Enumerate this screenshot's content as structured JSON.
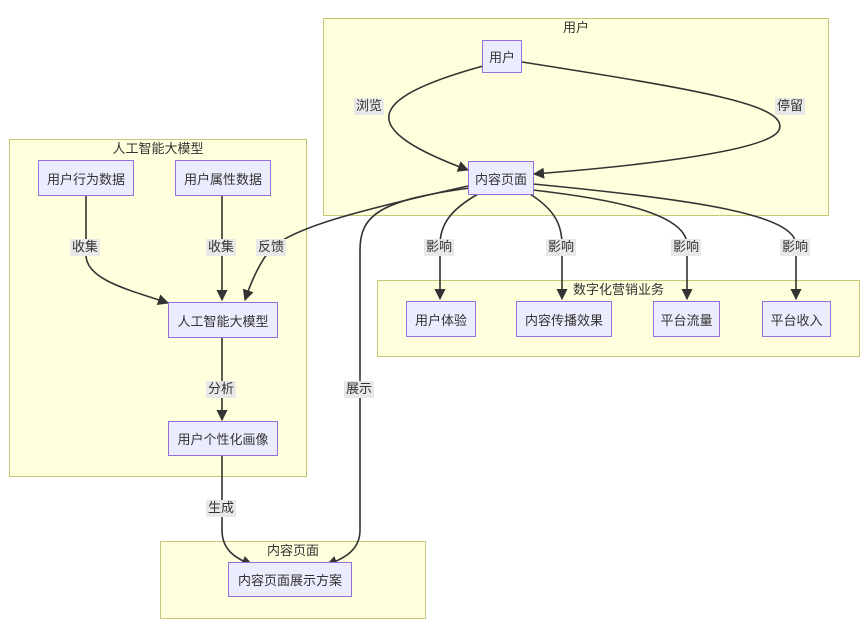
{
  "clusters": {
    "user": "用户",
    "ai": "人工智能大模型",
    "marketing": "数字化营销业务",
    "content": "内容页面"
  },
  "nodes": {
    "user": "用户",
    "content_page": "内容页面",
    "behavior_data": "用户行为数据",
    "attribute_data": "用户属性数据",
    "ai_model": "人工智能大模型",
    "persona": "用户个性化画像",
    "user_experience": "用户体验",
    "spread_effect": "内容传播效果",
    "platform_traffic": "平台流量",
    "platform_revenue": "平台收入",
    "display_plan": "内容页面展示方案"
  },
  "edges": {
    "browse": "浏览",
    "stay": "停留",
    "collect1": "收集",
    "collect2": "收集",
    "feedback": "反馈",
    "analyze": "分析",
    "generate": "生成",
    "display": "展示",
    "impact1": "影响",
    "impact2": "影响",
    "impact3": "影响",
    "impact4": "影响"
  },
  "colors": {
    "cluster_fill": "#ffffde",
    "cluster_border": "#c7c77a",
    "node_fill": "#ececff",
    "node_border": "#9370db",
    "edge": "#333333"
  }
}
